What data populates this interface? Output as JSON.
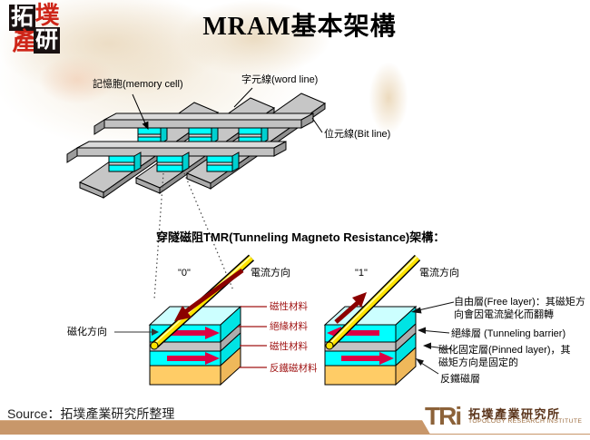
{
  "title": "MRAM基本架構",
  "seal": {
    "chars": [
      "拓",
      "墣",
      "產",
      "研"
    ]
  },
  "array_diagram": {
    "memory_cell_label": "記憶胞(memory cell)",
    "word_line_label": "字元線(word line)",
    "bit_line_label": "位元線(Bit line)"
  },
  "tmr_section": {
    "heading": "穿隧磁阻TMR(Tunneling Magneto Resistance)架構：",
    "state0": {
      "state_label": "\"0\"",
      "current_label": "電流方向",
      "magnetization_label": "磁化方向",
      "layer_labels": [
        "磁性材料",
        "絕緣材料",
        "磁性材料",
        "反鐵磁材料"
      ]
    },
    "state1": {
      "state_label": "\"1\"",
      "current_label": "電流方向",
      "annotations": [
        "自由層(Free layer)：其磁矩方\n向會因電流變化而翻轉",
        "絕緣層 (Tunneling barrier)",
        "磁化固定層(Pinned layer)，其\n磁矩方向是固定的",
        "反鐵磁層"
      ]
    }
  },
  "footer": {
    "source": "Source：拓墣產業研究所整理",
    "tri_logo": {
      "mark": "TRi",
      "name_zh": "拓墣產業研究所",
      "name_en": "TOPOLOGY RESEARCH INSTITUTE"
    }
  },
  "colors": {
    "cyan": "#00FFFF",
    "cyan_top": "#CCFFFF",
    "gray_layer": "#C4C4C4",
    "orange_layer": "#FFCC66",
    "crimson_arrow": "#DD0044",
    "dark_red_arrow": "#8B0000",
    "label_red": "#A01414",
    "rod_yellow": "#FFE400",
    "footer_tan": "#C8976A",
    "logo_brown": "#8C6239"
  }
}
